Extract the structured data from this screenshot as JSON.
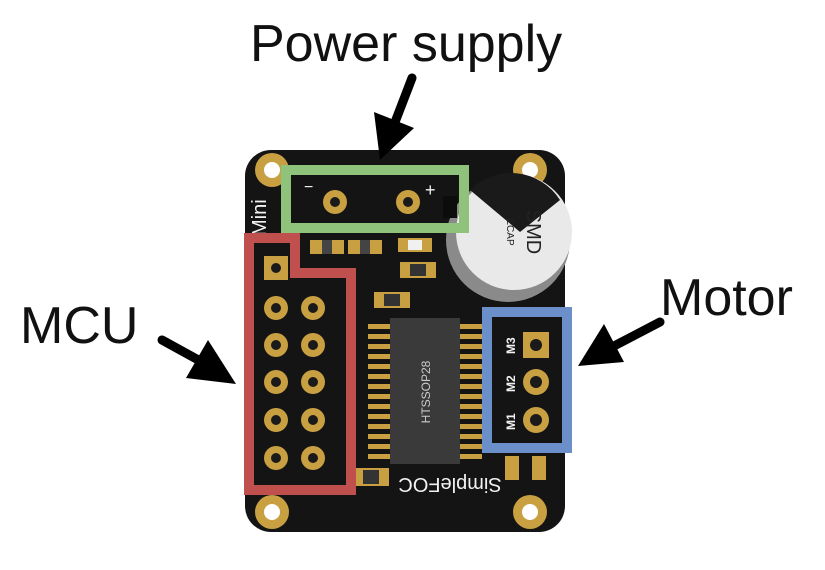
{
  "labels": {
    "power": "Power supply",
    "mcu": "MCU",
    "motor": "Motor"
  },
  "board": {
    "name_mini": "Mini",
    "brand": "SimpleFOC",
    "chip": "HTSSOP28",
    "cap_line1": "SMD",
    "cap_line2": "ECAP",
    "minus": "−",
    "plus": "+",
    "m1": "M1",
    "m2": "M2",
    "m3": "M3"
  },
  "colors": {
    "power_box": "#8fc27a",
    "mcu_box": "#c0504d",
    "motor_box": "#6b8fc9",
    "pcb": "#141414",
    "pad_gold": "#c8a042"
  }
}
